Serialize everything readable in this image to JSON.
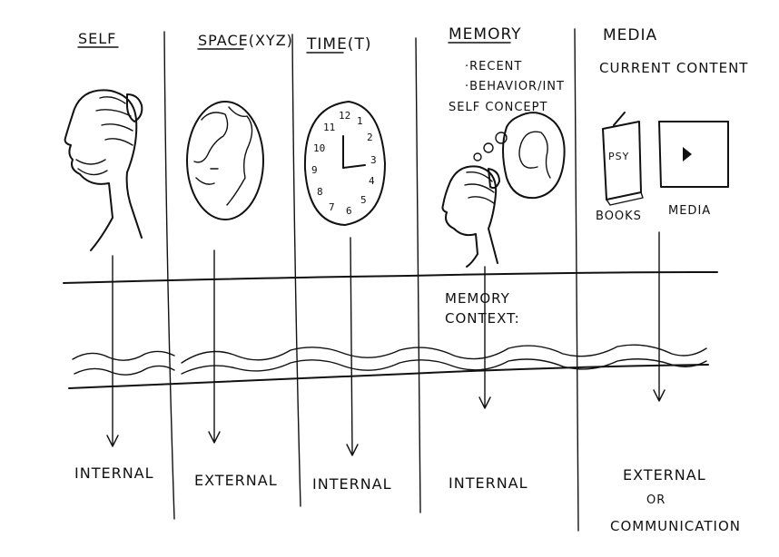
{
  "columns": [
    {
      "heading": "SELF",
      "result": "INTERNAL"
    },
    {
      "heading": "SPACE(XYZ)",
      "result": "EXTERNAL"
    },
    {
      "heading": "TIME(T)",
      "result": "INTERNAL"
    },
    {
      "heading": "MEMORY",
      "notes": [
        "·RECENT",
        "·BEHAVIOR/INT",
        "SELF CONCEPT"
      ],
      "result": "INTERNAL"
    },
    {
      "heading": "MEDIA",
      "subheading": "CURRENT CONTENT",
      "items": [
        "BOOKS",
        "MEDIA"
      ],
      "book_label": "PSY",
      "result_lines": [
        "EXTERNAL",
        "OR",
        "COMMUNICATION"
      ]
    }
  ],
  "memory_context_label": [
    "MEMORY",
    "CONTEXT:"
  ],
  "clock_numbers": [
    "12",
    "1",
    "2",
    "3",
    "4",
    "5",
    "6",
    "7",
    "8",
    "9",
    "10",
    "11"
  ],
  "icons": [
    "head-profile-icon",
    "globe-icon",
    "clock-icon",
    "thought-bubble-icon",
    "book-icon",
    "video-player-icon"
  ]
}
